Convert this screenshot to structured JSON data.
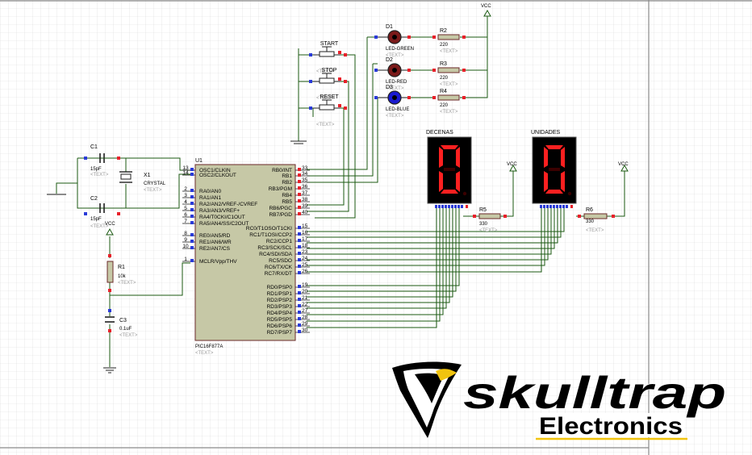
{
  "colors": {
    "background": "#ffffff",
    "grid": "#d8d8d8",
    "sheet_border": "#707070",
    "wire": "#1b5a12",
    "component_body": "#c6c8a6",
    "component_outline": "#6b2a2a",
    "seg_on": "#ff2020",
    "seg_body": "#7a0000",
    "pin_red": "#e8202a",
    "pin_blue": "#2a3ad8",
    "led_blue": "#1a1ad0",
    "logo_black": "#000000",
    "logo_yellow": "#f1c40f"
  },
  "mcu": {
    "ref": "U1",
    "part": "PIC16F877A",
    "text": "<TEXT>",
    "left_pins": [
      {
        "num": "13",
        "name": "OSC1/CLKIN"
      },
      {
        "num": "14",
        "name": "OSC2/CLKOUT"
      },
      {
        "num": "2",
        "name": "RA0/AN0"
      },
      {
        "num": "3",
        "name": "RA1/AN1"
      },
      {
        "num": "4",
        "name": "RA2/AN2/VREF-/CVREF"
      },
      {
        "num": "5",
        "name": "RA3/AN3/VREF+"
      },
      {
        "num": "6",
        "name": "RA4/T0CKI/C1OUT"
      },
      {
        "num": "7",
        "name": "RA5/AN4/SS/C2OUT"
      },
      {
        "num": "8",
        "name": "RE0/AN5/RD"
      },
      {
        "num": "9",
        "name": "RE1/AN6/WR"
      },
      {
        "num": "10",
        "name": "RE2/AN7/CS"
      },
      {
        "num": "1",
        "name": "MCLR/Vpp/THV"
      }
    ],
    "right_pins": [
      {
        "num": "33",
        "name": "RB0/INT"
      },
      {
        "num": "34",
        "name": "RB1"
      },
      {
        "num": "35",
        "name": "RB2"
      },
      {
        "num": "36",
        "name": "RB3/PGM"
      },
      {
        "num": "37",
        "name": "RB4"
      },
      {
        "num": "38",
        "name": "RB5"
      },
      {
        "num": "39",
        "name": "RB6/PGC"
      },
      {
        "num": "40",
        "name": "RB7/PGD"
      },
      {
        "num": "15",
        "name": "RC0/T1OSO/T1CKI"
      },
      {
        "num": "16",
        "name": "RC1/T1OSI/CCP2"
      },
      {
        "num": "17",
        "name": "RC2/CCP1"
      },
      {
        "num": "18",
        "name": "RC3/SCK/SCL"
      },
      {
        "num": "23",
        "name": "RC4/SDI/SDA"
      },
      {
        "num": "24",
        "name": "RC5/SDO"
      },
      {
        "num": "25",
        "name": "RC6/TX/CK"
      },
      {
        "num": "26",
        "name": "RC7/RX/DT"
      },
      {
        "num": "19",
        "name": "RD0/PSP0"
      },
      {
        "num": "20",
        "name": "RD1/PSP1"
      },
      {
        "num": "21",
        "name": "RD2/PSP2"
      },
      {
        "num": "22",
        "name": "RD3/PSP3"
      },
      {
        "num": "27",
        "name": "RD4/PSP4"
      },
      {
        "num": "28",
        "name": "RD5/PSP5"
      },
      {
        "num": "29",
        "name": "RD6/PSP6"
      },
      {
        "num": "30",
        "name": "RD7/PSP7"
      }
    ]
  },
  "components": {
    "c1": {
      "ref": "C1",
      "value": "15pF",
      "text": "<TEXT>"
    },
    "c2": {
      "ref": "C2",
      "value": "15pF",
      "text": "<TEXT>"
    },
    "x1": {
      "ref": "X1",
      "value": "CRYSTAL",
      "text": "<TEXT>"
    },
    "r1": {
      "ref": "R1",
      "value": "10k",
      "text": "<TEXT>"
    },
    "c3": {
      "ref": "C3",
      "value": "0.1uF",
      "text": "<TEXT>"
    },
    "vcc_label": "VCC",
    "buttons": [
      {
        "ref": "START",
        "text": "<TEXT>"
      },
      {
        "ref": "STOP",
        "text": "<TEXT>"
      },
      {
        "ref": "RESET",
        "text": "<TEXT>"
      }
    ],
    "leds": [
      {
        "ref": "D1",
        "part": "LED-GREEN",
        "text": "<TEXT>"
      },
      {
        "ref": "D2",
        "part": "LED-RED",
        "text": "<TEXT>"
      },
      {
        "ref": "D3",
        "part": "LED-BLUE",
        "text": "<TEXT>"
      }
    ],
    "led_resistors": [
      {
        "ref": "R2",
        "value": "220",
        "text": "<TEXT>"
      },
      {
        "ref": "R3",
        "value": "220",
        "text": "<TEXT>"
      },
      {
        "ref": "R4",
        "value": "220",
        "text": "<TEXT>"
      }
    ],
    "displays": [
      {
        "label": "DECENAS",
        "digit": "0"
      },
      {
        "label": "UNIDADES",
        "digit": "0"
      }
    ],
    "r5": {
      "ref": "R5",
      "value": "330",
      "text": "<TEXT>"
    },
    "r6": {
      "ref": "R6",
      "value": "330",
      "text": "<TEXT>"
    }
  },
  "logo": {
    "brand": "skulltrap",
    "sub": "Electronics"
  }
}
